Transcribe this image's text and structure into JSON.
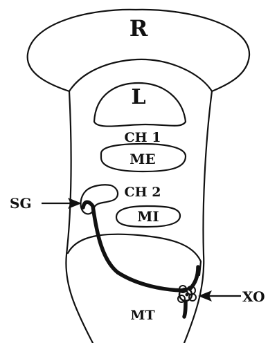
{
  "labels": {
    "rostrum": "R",
    "lamina": "L",
    "chamber1": "CH 1",
    "medulla_externa": "ME",
    "chamber2": "CH 2",
    "sinus_gland": "SG",
    "medulla_interna": "MI",
    "medulla_terminalis": "MT",
    "x_organ": "XO"
  }
}
